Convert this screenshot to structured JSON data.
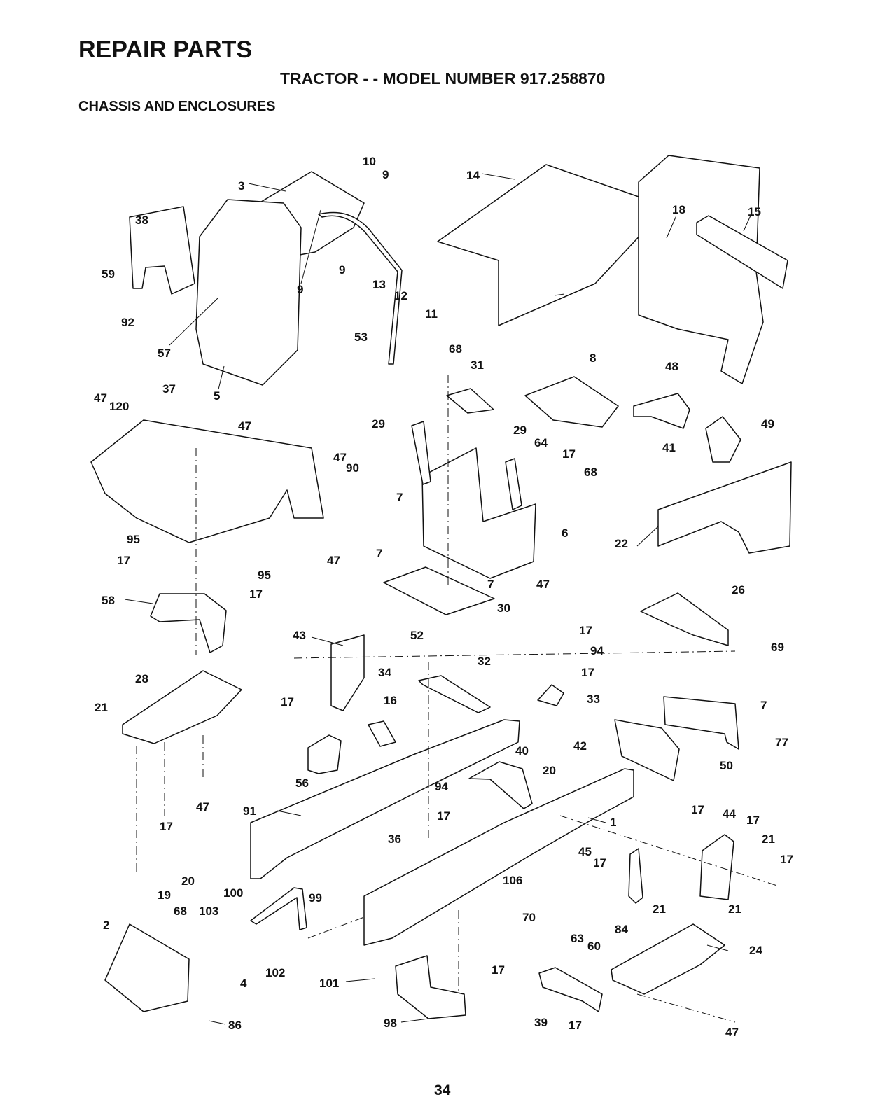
{
  "header": {
    "title": "REPAIR PARTS",
    "model_line": "TRACTOR - - MODEL NUMBER 917.258870",
    "section": "CHASSIS AND ENCLOSURES"
  },
  "callouts": [
    {
      "id": "c10",
      "label": "10"
    },
    {
      "id": "c9a",
      "label": "9"
    },
    {
      "id": "c3",
      "label": "3"
    },
    {
      "id": "c9b",
      "label": "9"
    },
    {
      "id": "c9c",
      "label": "9"
    },
    {
      "id": "c38",
      "label": "38"
    },
    {
      "id": "c59",
      "label": "59"
    },
    {
      "id": "c92",
      "label": "92"
    },
    {
      "id": "c57",
      "label": "57"
    },
    {
      "id": "c5",
      "label": "5"
    },
    {
      "id": "c14",
      "label": "14"
    },
    {
      "id": "c13",
      "label": "13"
    },
    {
      "id": "c12",
      "label": "12"
    },
    {
      "id": "c11",
      "label": "11"
    },
    {
      "id": "c53",
      "label": "53"
    },
    {
      "id": "c18",
      "label": "18"
    },
    {
      "id": "c15",
      "label": "15"
    },
    {
      "id": "c68a",
      "label": "68"
    },
    {
      "id": "c31",
      "label": "31"
    },
    {
      "id": "c8",
      "label": "8"
    },
    {
      "id": "c48",
      "label": "48"
    },
    {
      "id": "c41",
      "label": "41"
    },
    {
      "id": "c49",
      "label": "49"
    },
    {
      "id": "c47a",
      "label": "47"
    },
    {
      "id": "c120",
      "label": "120"
    },
    {
      "id": "c37",
      "label": "37"
    },
    {
      "id": "c47b",
      "label": "47"
    },
    {
      "id": "c29a",
      "label": "29"
    },
    {
      "id": "c47c",
      "label": "47"
    },
    {
      "id": "c90",
      "label": "90"
    },
    {
      "id": "c29b",
      "label": "29"
    },
    {
      "id": "c64",
      "label": "64"
    },
    {
      "id": "c17a",
      "label": "17"
    },
    {
      "id": "c68b",
      "label": "68"
    },
    {
      "id": "c7a",
      "label": "7"
    },
    {
      "id": "c6",
      "label": "6"
    },
    {
      "id": "c22",
      "label": "22"
    },
    {
      "id": "c95a",
      "label": "95"
    },
    {
      "id": "c17b",
      "label": "17"
    },
    {
      "id": "c47d",
      "label": "47"
    },
    {
      "id": "c7b",
      "label": "7"
    },
    {
      "id": "c95b",
      "label": "95"
    },
    {
      "id": "c17c",
      "label": "17"
    },
    {
      "id": "c7c",
      "label": "7"
    },
    {
      "id": "c47e",
      "label": "47"
    },
    {
      "id": "c58",
      "label": "58"
    },
    {
      "id": "c30",
      "label": "30"
    },
    {
      "id": "c26",
      "label": "26"
    },
    {
      "id": "c69",
      "label": "69"
    },
    {
      "id": "c43",
      "label": "43"
    },
    {
      "id": "c52",
      "label": "52"
    },
    {
      "id": "c17d",
      "label": "17"
    },
    {
      "id": "c94a",
      "label": "94"
    },
    {
      "id": "c32",
      "label": "32"
    },
    {
      "id": "c17e",
      "label": "17"
    },
    {
      "id": "c34",
      "label": "34"
    },
    {
      "id": "c33",
      "label": "33"
    },
    {
      "id": "c28",
      "label": "28"
    },
    {
      "id": "c21a",
      "label": "21"
    },
    {
      "id": "c17f",
      "label": "17"
    },
    {
      "id": "c16",
      "label": "16"
    },
    {
      "id": "c7d",
      "label": "7"
    },
    {
      "id": "c77",
      "label": "77"
    },
    {
      "id": "c40",
      "label": "40"
    },
    {
      "id": "c42",
      "label": "42"
    },
    {
      "id": "c50",
      "label": "50"
    },
    {
      "id": "c56",
      "label": "56"
    },
    {
      "id": "c47f",
      "label": "47"
    },
    {
      "id": "c94b",
      "label": "94"
    },
    {
      "id": "c20a",
      "label": "20"
    },
    {
      "id": "c17g",
      "label": "17"
    },
    {
      "id": "c91",
      "label": "91"
    },
    {
      "id": "c17h",
      "label": "17"
    },
    {
      "id": "c1",
      "label": "1"
    },
    {
      "id": "c17i",
      "label": "17"
    },
    {
      "id": "c44",
      "label": "44"
    },
    {
      "id": "c17j",
      "label": "17"
    },
    {
      "id": "c36",
      "label": "36"
    },
    {
      "id": "c21b",
      "label": "21"
    },
    {
      "id": "c17k",
      "label": "17"
    },
    {
      "id": "c45",
      "label": "45"
    },
    {
      "id": "c17l",
      "label": "17"
    },
    {
      "id": "c20b",
      "label": "20"
    },
    {
      "id": "c19",
      "label": "19"
    },
    {
      "id": "c100",
      "label": "100"
    },
    {
      "id": "c99",
      "label": "99"
    },
    {
      "id": "c106",
      "label": "106"
    },
    {
      "id": "c70",
      "label": "70"
    },
    {
      "id": "c63",
      "label": "63"
    },
    {
      "id": "c60",
      "label": "60"
    },
    {
      "id": "c84",
      "label": "84"
    },
    {
      "id": "c21c",
      "label": "21"
    },
    {
      "id": "c21d",
      "label": "21"
    },
    {
      "id": "c68c",
      "label": "68"
    },
    {
      "id": "c103",
      "label": "103"
    },
    {
      "id": "c2",
      "label": "2"
    },
    {
      "id": "c4",
      "label": "4"
    },
    {
      "id": "c102",
      "label": "102"
    },
    {
      "id": "c86",
      "label": "86"
    },
    {
      "id": "c101",
      "label": "101"
    },
    {
      "id": "c17m",
      "label": "17"
    },
    {
      "id": "c98",
      "label": "98"
    },
    {
      "id": "c39",
      "label": "39"
    },
    {
      "id": "c17n",
      "label": "17"
    },
    {
      "id": "c24",
      "label": "24"
    },
    {
      "id": "c47g",
      "label": "47"
    }
  ],
  "page_number": "34"
}
